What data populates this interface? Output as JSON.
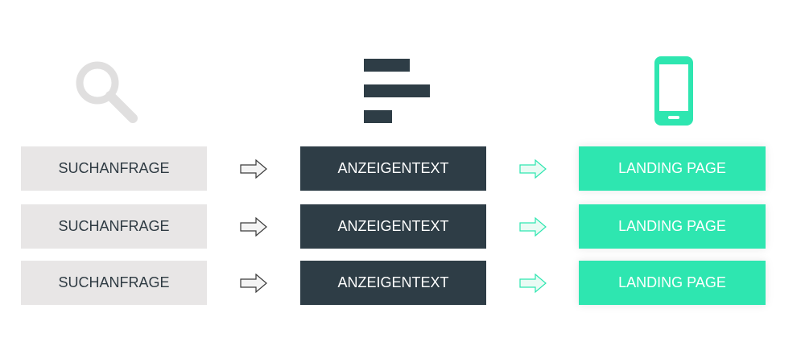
{
  "columns": [
    {
      "icon": "search-icon",
      "label": "SUCHANFRAGE",
      "color": "#e8e6e6",
      "text_color": "#2f3b43"
    },
    {
      "icon": "text-lines-icon",
      "label": "ANZEIGENTEXT",
      "color": "#2e3d46",
      "text_color": "#ffffff"
    },
    {
      "icon": "smartphone-icon",
      "label": "LANDING PAGE",
      "color": "#2ee6b0",
      "text_color": "#ffffff"
    }
  ],
  "rows": [
    {
      "query": "SUCHANFRAGE",
      "ad": "ANZEIGENTEXT",
      "landing": "LANDING PAGE"
    },
    {
      "query": "SUCHANFRAGE",
      "ad": "ANZEIGENTEXT",
      "landing": "LANDING PAGE"
    },
    {
      "query": "SUCHANFRAGE",
      "ad": "ANZEIGENTEXT",
      "landing": "LANDING PAGE"
    }
  ],
  "arrow_icons": [
    "arrow-right-outline-icon",
    "arrow-right-green-icon"
  ],
  "colors": {
    "icon_gray": "#e0dfdf",
    "icon_dark": "#2e3d46",
    "icon_green": "#2ee6b0",
    "arrow_dark_fill": "#f4f4f4",
    "arrow_dark_stroke": "#3a3a3a",
    "arrow_green_fill": "#e9fbf4",
    "arrow_green_stroke": "#2ee6b0"
  }
}
